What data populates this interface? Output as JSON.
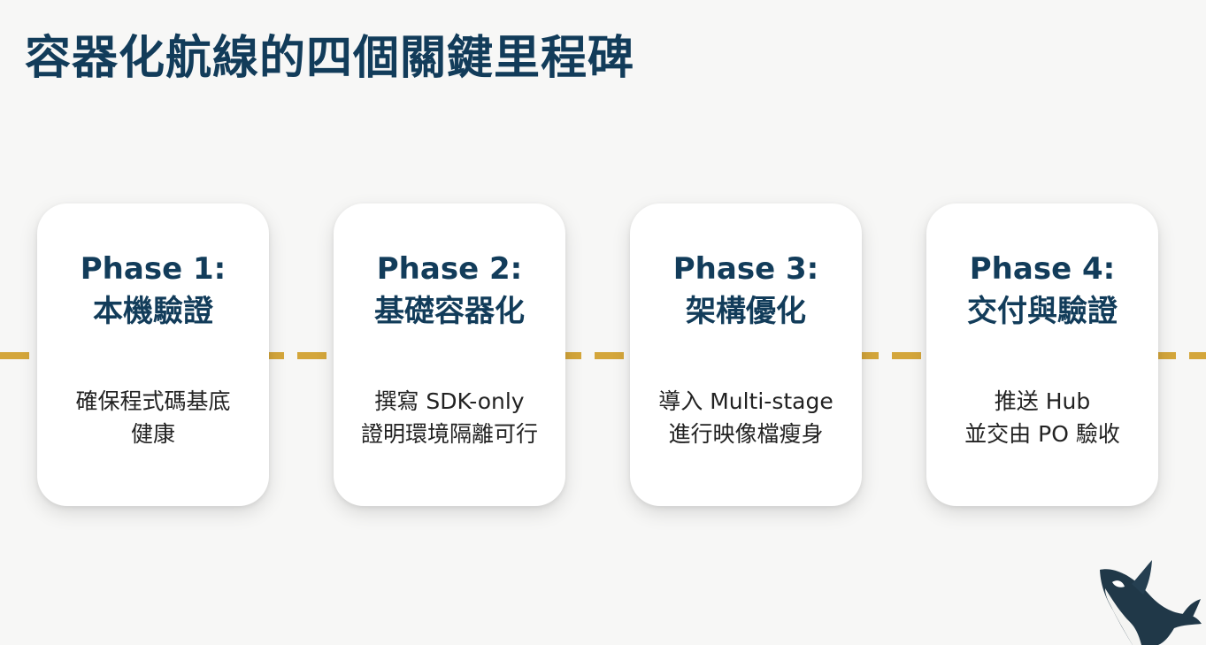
{
  "title": "容器化航線的四個關鍵里程碑",
  "timeline": {
    "line_color": "#d4a63b"
  },
  "phases": [
    {
      "label": "Phase 1:",
      "name": "本機驗證",
      "description": [
        "確保程式碼基底",
        "健康"
      ]
    },
    {
      "label": "Phase 2:",
      "name": "基礎容器化",
      "description": [
        "撰寫 SDK-only",
        "證明環境隔離可行"
      ]
    },
    {
      "label": "Phase 3:",
      "name": "架構優化",
      "description": [
        "導入 Multi-stage",
        "進行映像檔瘦身"
      ]
    },
    {
      "label": "Phase 4:",
      "name": "交付與驗證",
      "description": [
        "推送 Hub",
        "並交由 PO 驗收"
      ]
    }
  ],
  "colors": {
    "title": "#123c5a",
    "card_heading": "#123c5a",
    "card_body": "#222222",
    "card_bg": "#ffffff",
    "background": "#f7f7f6",
    "accent_dashes": "#d4a63b"
  },
  "decoration": {
    "icon": "orca-whale-icon"
  }
}
